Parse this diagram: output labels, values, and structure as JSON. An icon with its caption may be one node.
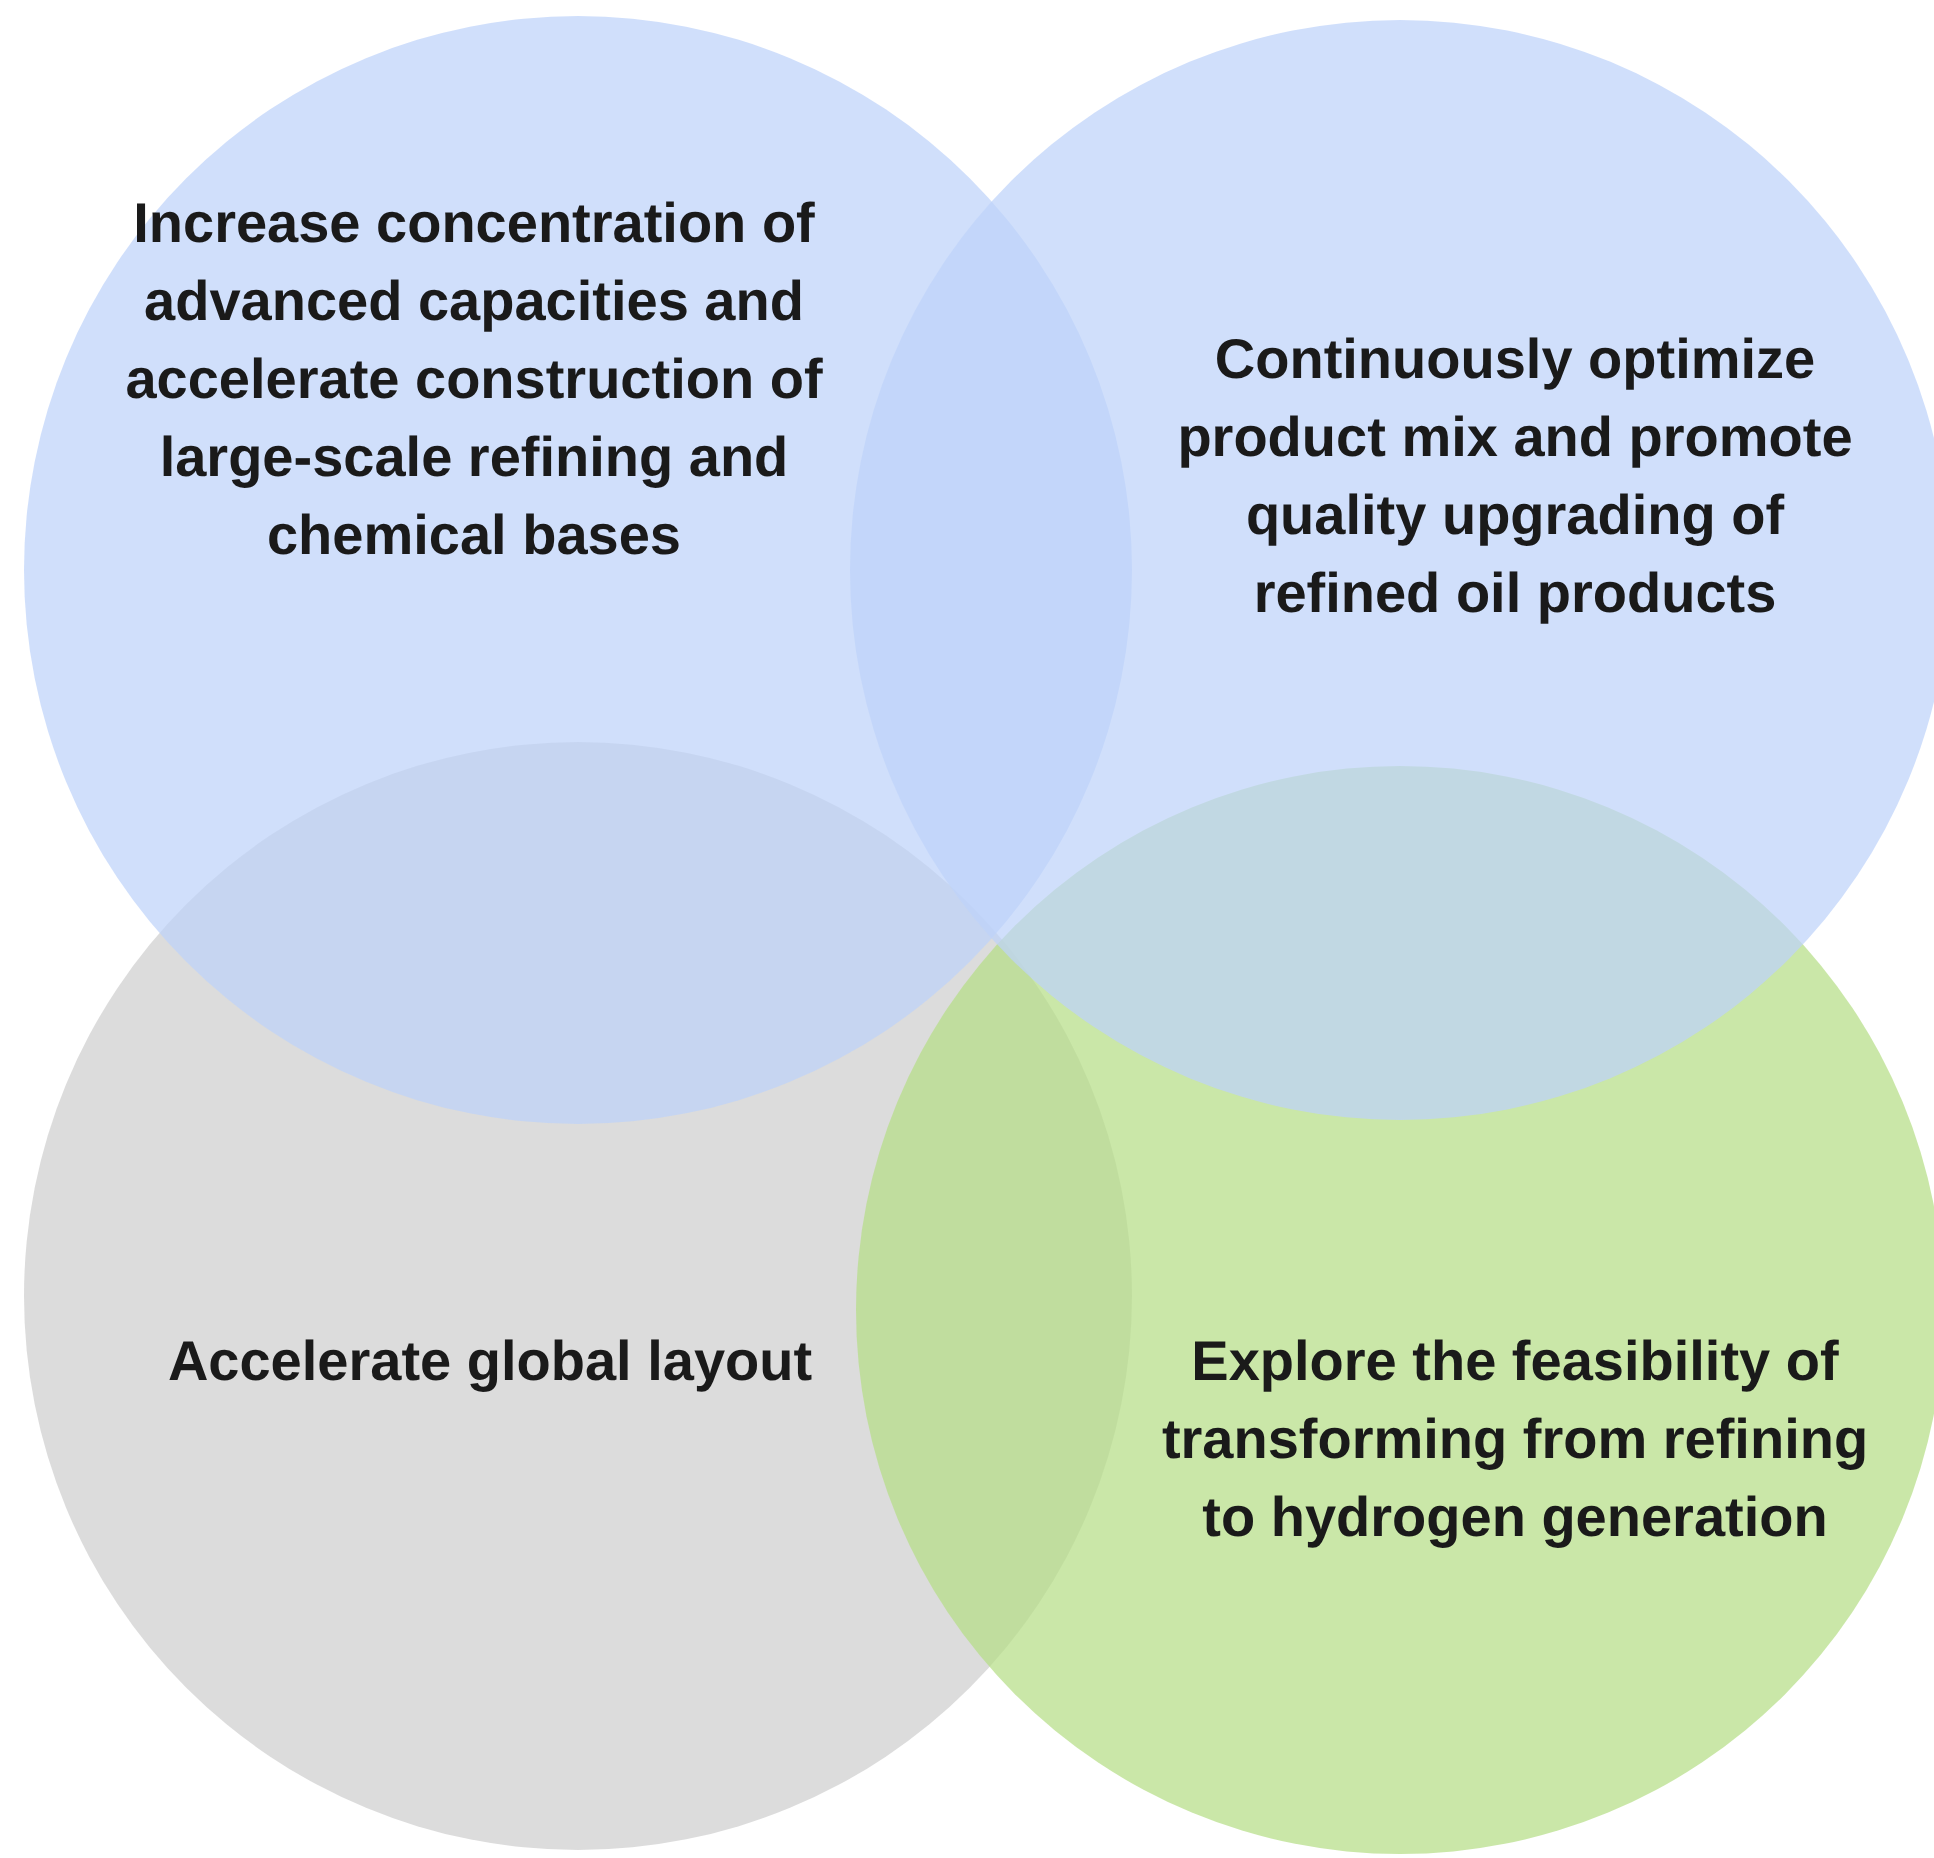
{
  "diagram": {
    "nodes": [
      {
        "text": [
          "Increase concentration of advanced capacities and accelerate construction of large-scale refining and chemical bases"
        ]
      },
      {
        "text": [
          "Continuously optimize product mix and promote quality upgrading of refined oil products"
        ]
      },
      {
        "text": [
          "Accelerate global layout"
        ]
      },
      {
        "text": [
          "Explore the feasibility of transforming from refining to hydrogen generation"
        ]
      }
    ]
  }
}
